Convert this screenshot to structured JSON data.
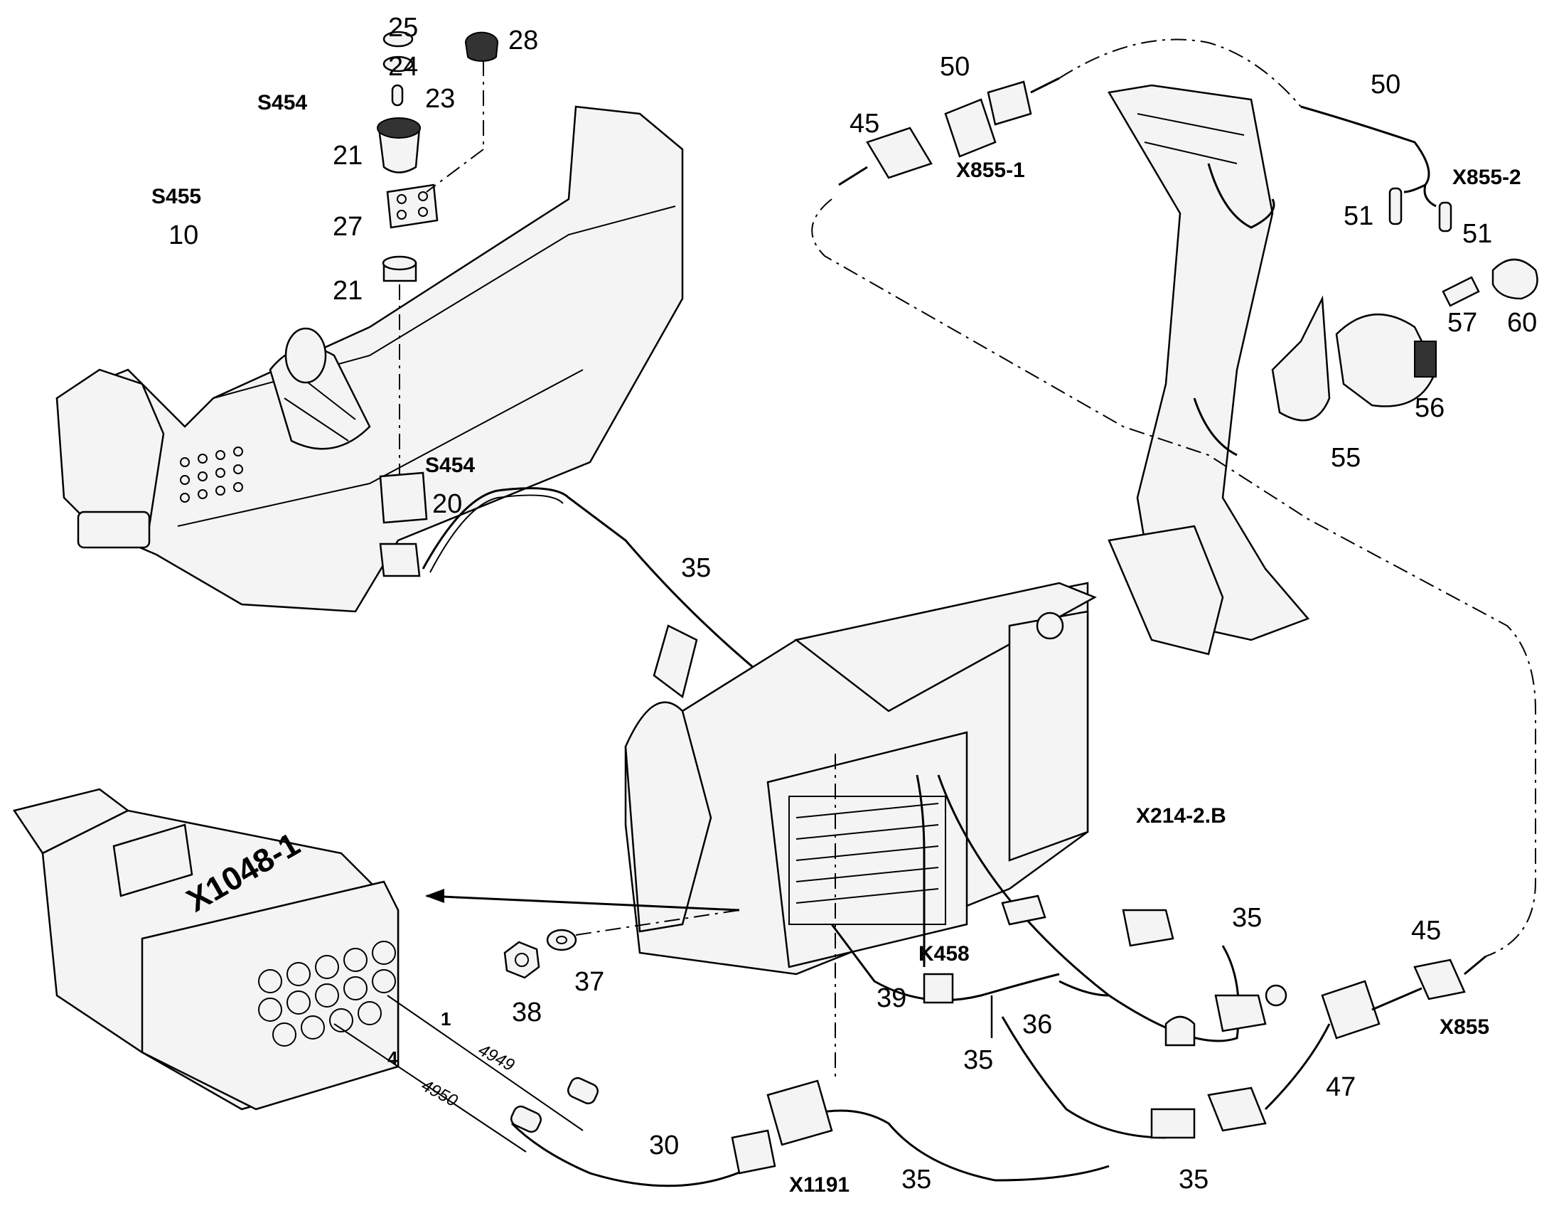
{
  "diagram": {
    "part_numbers": {
      "n10": "10",
      "n20": "20",
      "n21a": "21",
      "n21b": "21",
      "n23": "23",
      "n24": "24",
      "n25": "25",
      "n27": "27",
      "n28": "28",
      "n30": "30",
      "n35_a": "35",
      "n35_b": "35",
      "n35_c": "35",
      "n35_d": "35",
      "n35_e": "35",
      "n36": "36",
      "n37": "37",
      "n38": "38",
      "n39": "39",
      "n45_top": "45",
      "n45_bottom": "45",
      "n47": "47",
      "n50_top": "50",
      "n50_right": "50",
      "n51_a": "51",
      "n51_b": "51",
      "n55": "55",
      "n56": "56",
      "n57": "57",
      "n60": "60"
    },
    "codes": {
      "s454_top": "S454",
      "s454_mid": "S454",
      "s455": "S455",
      "x855_1": "X855-1",
      "x855_2": "X855-2",
      "x855": "X855",
      "x214": "X214-2.B",
      "k458": "K458",
      "x1191": "X1191",
      "x1048": "X1048-1"
    },
    "wires": {
      "pin1": "1",
      "pin4": "4",
      "w4949": "4949",
      "w4950": "4950"
    }
  }
}
